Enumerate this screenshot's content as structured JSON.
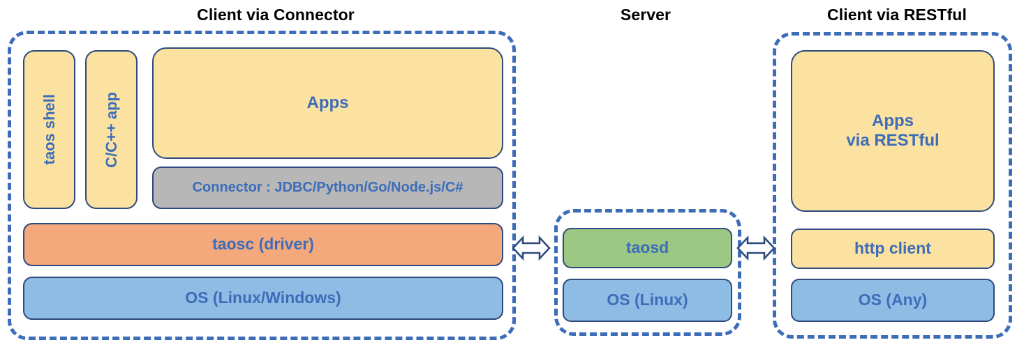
{
  "diagram": {
    "title_connector": "Client via Connector",
    "title_server": "Server",
    "title_restful": "Client via RESTful",
    "colors": {
      "dashed_border": "#3D6CB9",
      "node_border": "#2E4A7D",
      "text_blue": "#3D6CB9",
      "yellow": "#FBE2A1",
      "gray": "#B7B7B7",
      "orange": "#F3A97B",
      "blue": "#8FBCE4",
      "green": "#9CC884",
      "title_black": "#000000"
    }
  },
  "client_connector": {
    "taos_shell": "taos shell",
    "cpp_app": "C/C++ app",
    "apps": "Apps",
    "connector": "Connector : JDBC/Python/Go/Node.js/C#",
    "taosc": "taosc (driver)",
    "os": "OS (Linux/Windows)"
  },
  "server": {
    "taosd": "taosd",
    "os": "OS (Linux)"
  },
  "client_restful": {
    "apps_line1": "Apps",
    "apps_line2": "via RESTful",
    "http_client": "http client",
    "os": "OS (Any)"
  },
  "connections": {
    "left_arrow": "double-arrow",
    "right_arrow": "double-arrow"
  }
}
